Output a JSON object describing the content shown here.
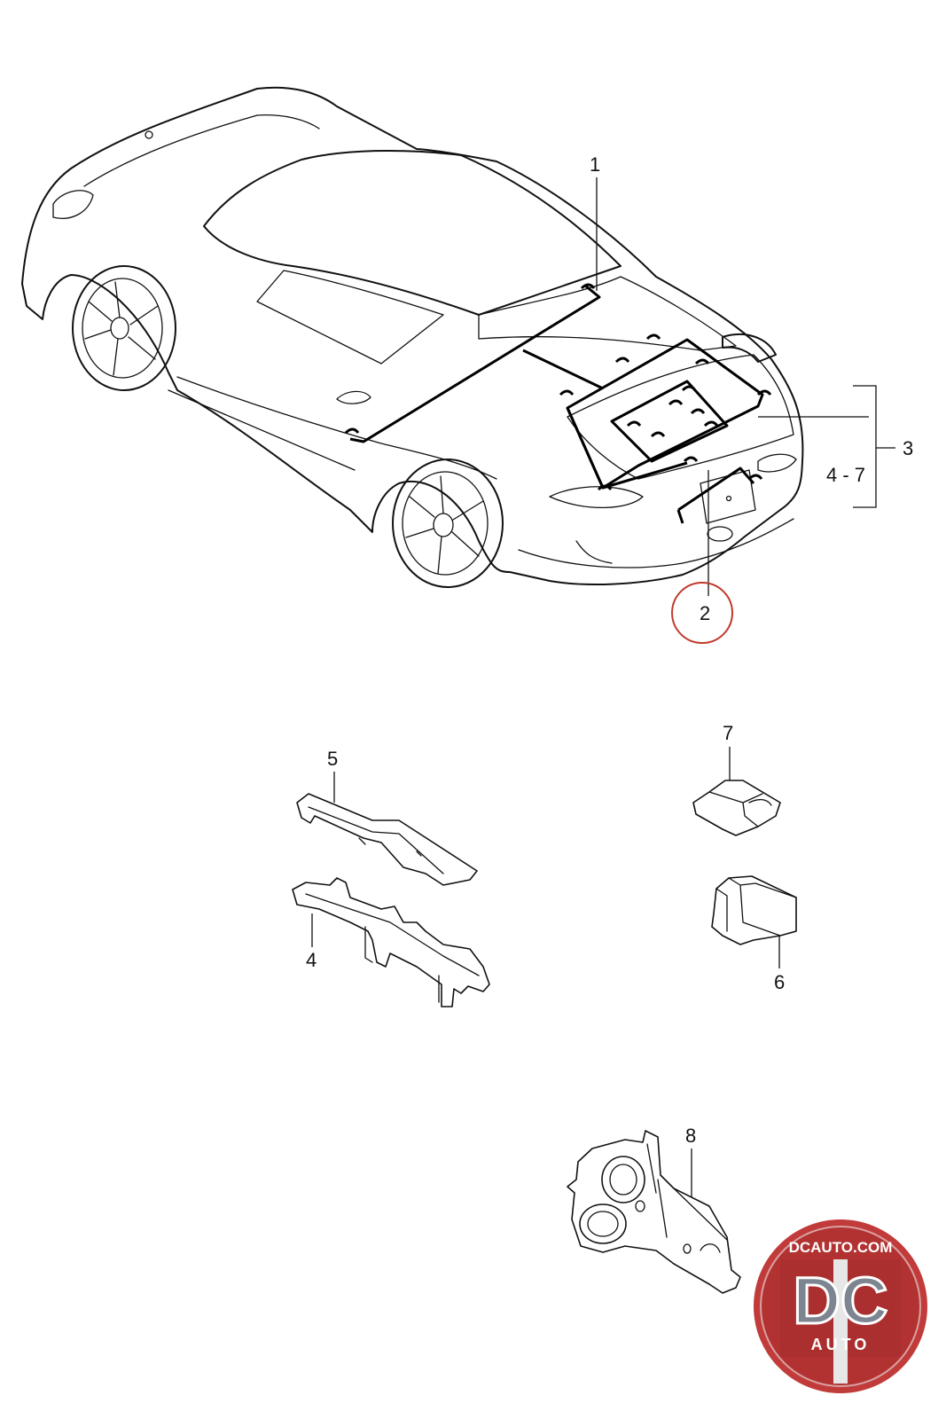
{
  "callouts": {
    "c1": "1",
    "c2": "2",
    "c3": "3",
    "c4_7": "4 - 7",
    "c4": "4",
    "c5": "5",
    "c6": "6",
    "c7": "7",
    "c8": "8"
  },
  "highlighted_callout": "2",
  "logo": {
    "site": "DCAUTO.COM",
    "mark": "DC",
    "sub": "AUTO"
  },
  "colors": {
    "line": "#111111",
    "highlight_ring": "#c0392b",
    "logo_red": "#c23b3b",
    "logo_gray": "#7d8590"
  }
}
